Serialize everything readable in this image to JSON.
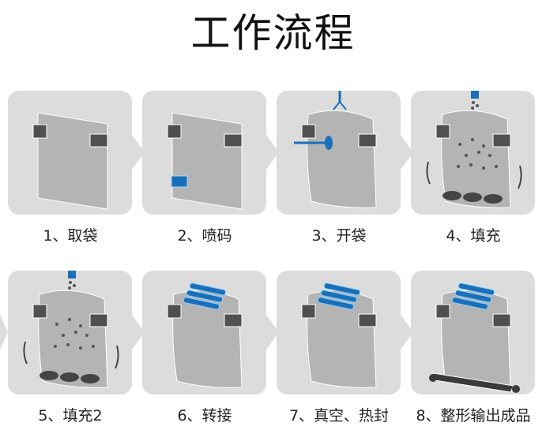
{
  "title": "工作流程",
  "steps": [
    {
      "label": "1、取袋"
    },
    {
      "label": "2、喷码"
    },
    {
      "label": "3、开袋"
    },
    {
      "label": "4、填充"
    },
    {
      "label": "5、填充2"
    },
    {
      "label": "6、转接"
    },
    {
      "label": "7、真空、热封"
    },
    {
      "label": "8、整形输出成品"
    }
  ],
  "colors": {
    "panel": "#dcdcdc",
    "bag": "#b4b4b4",
    "tag": "#505050",
    "accent": "#1a6fb8"
  }
}
